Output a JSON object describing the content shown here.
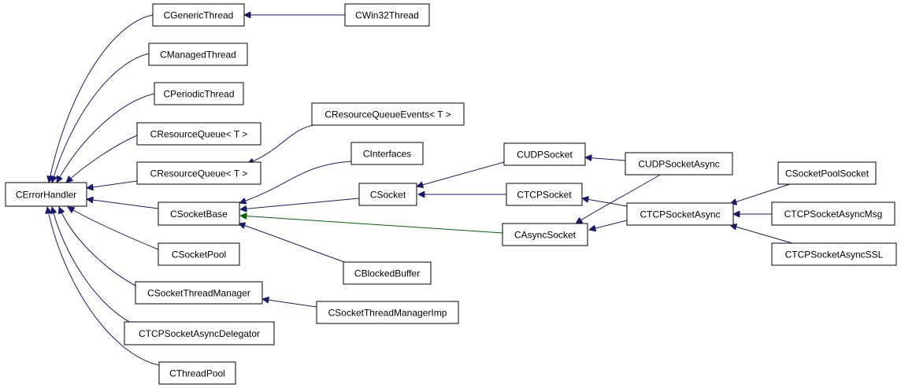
{
  "diagram": {
    "colors": {
      "inherit": "#191970",
      "protected": "#006400",
      "node_border": "#000000",
      "background": "#ffffff"
    },
    "nodes": {
      "cerrorhandler": "CErrorHandler",
      "cgenericthread": "CGenericThread",
      "cwin32thread": "CWin32Thread",
      "cmanagedthread": "CManagedThread",
      "cperiodicthread": "CPeriodicThread",
      "cresourcequeue1": "CResourceQueue< T >",
      "cresourcequeue2": "CResourceQueue< T >",
      "cresourcequeueevents": "CResourceQueueEvents< T >",
      "csocketbase": "CSocketBase",
      "cinterfaces": "CInterfaces",
      "csocket": "CSocket",
      "cblockedbuffer": "CBlockedBuffer",
      "cudpsocket": "CUDPSocket",
      "ctcpsocket": "CTCPSocket",
      "casyncsocket": "CAsyncSocket",
      "cudpsocketasync": "CUDPSocketAsync",
      "ctcpsocketasync": "CTCPSocketAsync",
      "csocketpoolsocket": "CSocketPoolSocket",
      "ctcpsocketasyncmsg": "CTCPSocketAsyncMsg",
      "ctcpsocketasyncssl": "CTCPSocketAsyncSSL",
      "csocketpool": "CSocketPool",
      "csocketthreadmanager": "CSocketThreadManager",
      "csocketthreadmanagerimp": "CSocketThreadManagerImp",
      "ctcpsocketasyncdelegator": "CTCPSocketAsyncDelegator",
      "cthreadpool": "CThreadPool"
    }
  }
}
